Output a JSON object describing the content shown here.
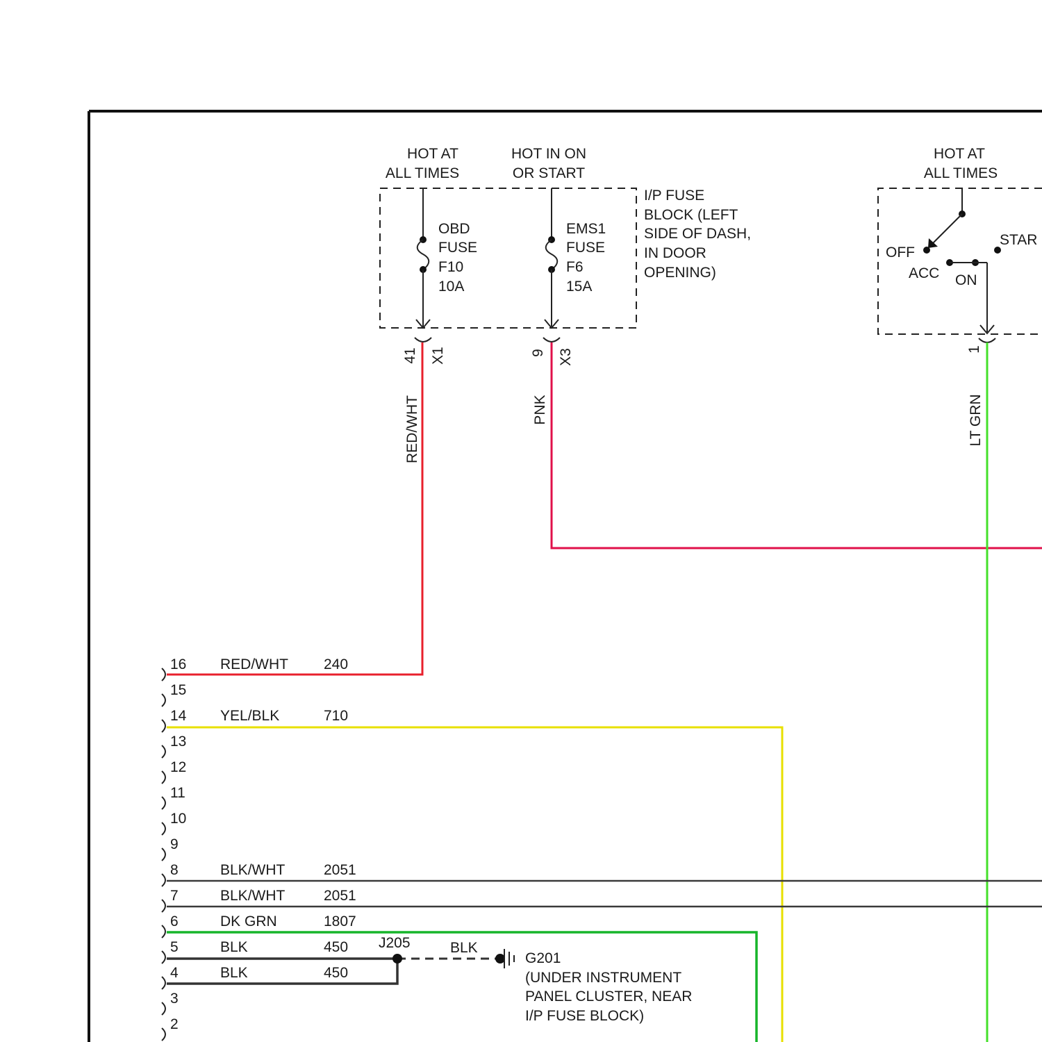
{
  "colors": {
    "frame": "#111111",
    "red_wht": "#e8202c",
    "pnk": "#e0104a",
    "lt_grn": "#44e02a",
    "yel_blk": "#e8e000",
    "blk_wht": "#3a3a3a",
    "dk_grn": "#17b52a",
    "blk": "#333333"
  },
  "fuse_block": {
    "label_lines": [
      "I/P FUSE",
      "BLOCK (LEFT",
      "SIDE OF DASH,",
      "IN DOOR",
      "OPENING)"
    ],
    "fuses": [
      {
        "power_lines": [
          "HOT AT",
          "ALL TIMES"
        ],
        "name_lines": [
          "OBD",
          "FUSE",
          "F10",
          "10A"
        ],
        "pin": "41",
        "connector": "X1",
        "wire_color": "RED/WHT"
      },
      {
        "power_lines": [
          "HOT IN ON",
          "OR START"
        ],
        "name_lines": [
          "EMS1",
          "FUSE",
          "F6",
          "15A"
        ],
        "pin": "9",
        "connector": "X3",
        "wire_color": "PNK"
      }
    ]
  },
  "ignition_switch": {
    "power_lines": [
      "HOT AT",
      "ALL TIMES"
    ],
    "positions": [
      "OFF",
      "ACC",
      "ON",
      "STAR"
    ],
    "pin": "1",
    "wire_color": "LT GRN"
  },
  "connector_pins": [
    {
      "pin": "16",
      "wire_color": "RED/WHT",
      "circuit": "240"
    },
    {
      "pin": "15",
      "wire_color": "",
      "circuit": ""
    },
    {
      "pin": "14",
      "wire_color": "YEL/BLK",
      "circuit": "710"
    },
    {
      "pin": "13",
      "wire_color": "",
      "circuit": ""
    },
    {
      "pin": "12",
      "wire_color": "",
      "circuit": ""
    },
    {
      "pin": "11",
      "wire_color": "",
      "circuit": ""
    },
    {
      "pin": "10",
      "wire_color": "",
      "circuit": ""
    },
    {
      "pin": "9",
      "wire_color": "",
      "circuit": ""
    },
    {
      "pin": "8",
      "wire_color": "BLK/WHT",
      "circuit": "2051"
    },
    {
      "pin": "7",
      "wire_color": "BLK/WHT",
      "circuit": "2051"
    },
    {
      "pin": "6",
      "wire_color": "DK GRN",
      "circuit": "1807"
    },
    {
      "pin": "5",
      "wire_color": "BLK",
      "circuit": "450"
    },
    {
      "pin": "4",
      "wire_color": "BLK",
      "circuit": "450"
    },
    {
      "pin": "3",
      "wire_color": "",
      "circuit": ""
    },
    {
      "pin": "2",
      "wire_color": "",
      "circuit": ""
    }
  ],
  "splice": {
    "name": "J205",
    "wire_color": "BLK"
  },
  "ground": {
    "name": "G201",
    "location_lines": [
      "(UNDER INSTRUMENT",
      "PANEL CLUSTER, NEAR",
      "I/P FUSE BLOCK)"
    ]
  }
}
